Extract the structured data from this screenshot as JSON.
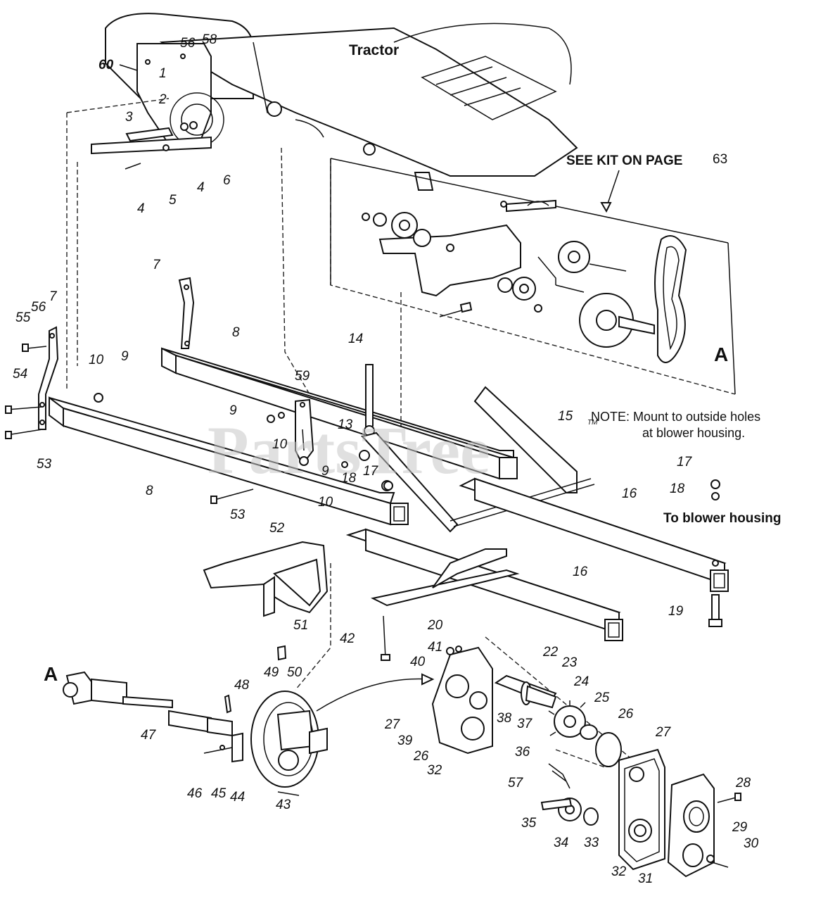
{
  "title": "Tractor",
  "kit_note": "SEE KIT ON PAGE",
  "kit_page": "63",
  "note_line1": "NOTE: Mount to outside holes",
  "note_line2": "at blower housing.",
  "blower_label": "To blower housing",
  "ref_a": "A",
  "watermark": "PartsTree",
  "watermark_tm": "TM",
  "callouts": {
    "c60": "60",
    "c56a": "56",
    "c58": "58",
    "c1": "1",
    "c2": "2",
    "c3": "3",
    "c4a": "4",
    "c4b": "4",
    "c5": "5",
    "c6": "6",
    "c7a": "7",
    "c7b": "7",
    "c55": "55",
    "c56b": "56",
    "c54": "54",
    "c53a": "53",
    "c10a": "10",
    "c9a": "9",
    "c8a": "8",
    "c8b": "8",
    "c53b": "53",
    "c59": "59",
    "c9b": "9",
    "c10b": "10",
    "c9c": "9",
    "c10c": "10",
    "c14": "14",
    "c13": "13",
    "c18a": "18",
    "c17a": "17",
    "c15": "15",
    "c16a": "16",
    "c16b": "16",
    "c17b": "17",
    "c18b": "18",
    "c19": "19",
    "c20": "20",
    "c52": "52",
    "c51": "51",
    "c49": "49",
    "c50": "50",
    "c48": "48",
    "c47": "47",
    "c46": "46",
    "c45": "45",
    "c44": "44",
    "c43": "43",
    "c42": "42",
    "c41": "41",
    "c40": "40",
    "c27a": "27",
    "c39": "39",
    "c26a": "26",
    "c32a": "32",
    "c22": "22",
    "c23": "23",
    "c38": "38",
    "c37": "37",
    "c24": "24",
    "c25": "25",
    "c26b": "26",
    "c27b": "27",
    "c36": "36",
    "c57": "57",
    "c35": "35",
    "c34": "34",
    "c33": "33",
    "c32b": "32",
    "c31": "31",
    "c28": "28",
    "c29": "29",
    "c30": "30"
  }
}
